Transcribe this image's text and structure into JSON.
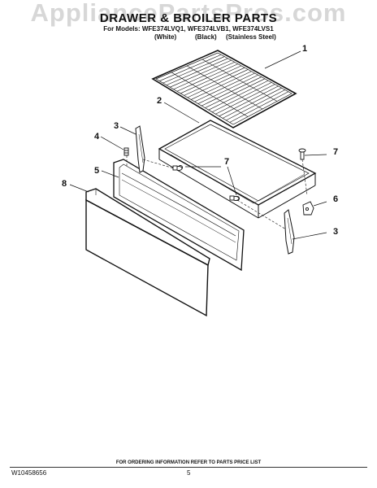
{
  "header": {
    "title": "DRAWER & BROILER PARTS",
    "models": "For Models: WFE374LVQ1, WFE374LVB1, WFE374LVS1",
    "finishes": [
      "(White)",
      "(Black)",
      "(Stainless Steel)"
    ]
  },
  "watermark": "AppliancePartsPros.com",
  "callouts": [
    "1",
    "2",
    "3",
    "4",
    "5",
    "6",
    "7",
    "7",
    "3",
    "8"
  ],
  "footer": {
    "note": "FOR ORDERING INFORMATION REFER TO PARTS PRICE LIST",
    "doc_id": "W10458656",
    "page": "5"
  }
}
